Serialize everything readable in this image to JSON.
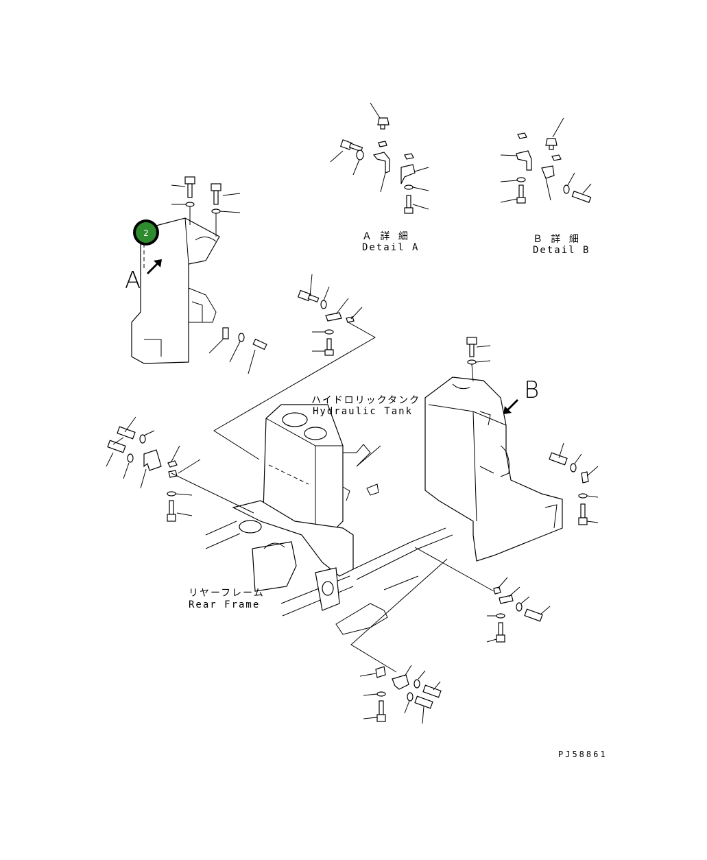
{
  "detail_a": {
    "jp": "Ａ 詳 細",
    "en": "Detail A"
  },
  "detail_b": {
    "jp": "Ｂ 詳 細",
    "en": "Detail B"
  },
  "view_a_letter": "A",
  "view_b_letter": "B",
  "hydraulic_tank": {
    "jp": "ハイドロリックタンク",
    "en": "Hydraulic Tank"
  },
  "rear_frame": {
    "jp": "リヤーフレーム",
    "en": "Rear Frame"
  },
  "callout": {
    "number": "2",
    "color": "#2e8b2e"
  },
  "drawing_code": "PJ58861"
}
